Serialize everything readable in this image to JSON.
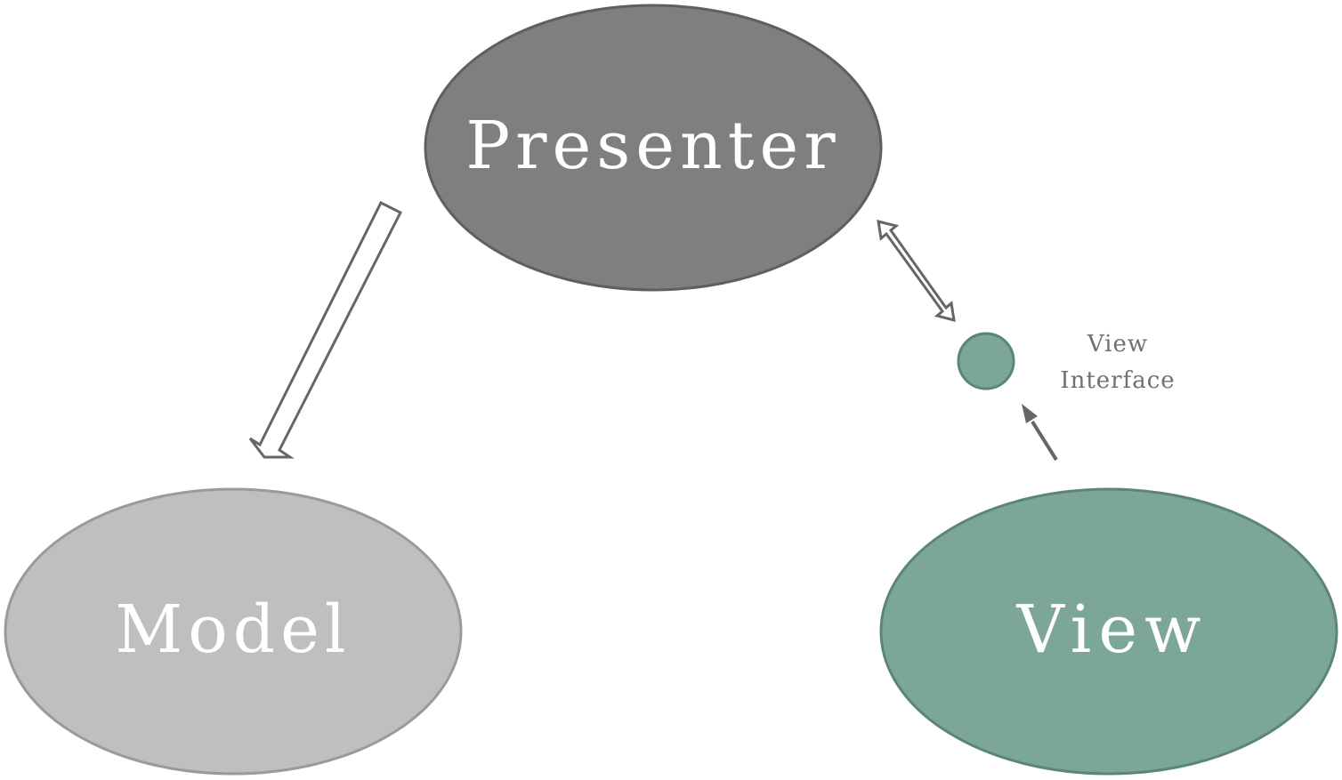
{
  "title": "Model-View-Presenter diagram",
  "nodes": {
    "presenter": {
      "label": "Presenter",
      "fill": "#7f7f7f",
      "stroke": "#5f5f5f"
    },
    "model": {
      "label": "Model",
      "fill": "#bfbfbf",
      "stroke": "#9a9a9a"
    },
    "view": {
      "label": "View",
      "fill": "#7ba699",
      "stroke": "#5b8579"
    },
    "view_interface": {
      "label_line1": "View",
      "label_line2": "Interface",
      "fill": "#7ba699",
      "stroke": "#5b8579"
    }
  },
  "connections": [
    {
      "from": "Presenter",
      "to": "Model",
      "style": "hollow-block-arrow",
      "direction": "one-way"
    },
    {
      "from": "Presenter",
      "to": "View Interface",
      "style": "hollow-block-arrow",
      "direction": "two-way"
    },
    {
      "from": "View",
      "to": "View Interface",
      "style": "solid-line-arrow",
      "direction": "one-way"
    }
  ]
}
